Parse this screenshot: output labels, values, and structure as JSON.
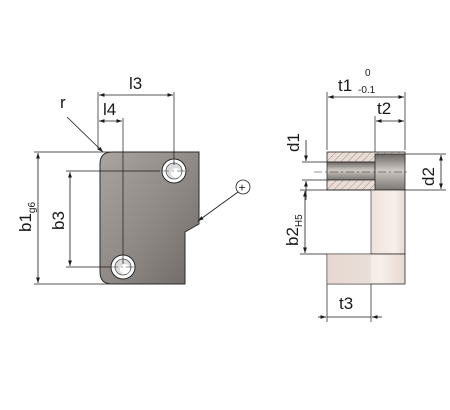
{
  "labels": {
    "l3": "l3",
    "l4": "l4",
    "r": "r",
    "b1_main": "b1",
    "b1_sub": "g6",
    "b3": "b3",
    "plus": "+",
    "t1_main": "t1",
    "t1_upper": "0",
    "t1_lower": "-0.1",
    "t2": "t2",
    "d1": "d1",
    "d2": "d2",
    "b2_main": "b2",
    "b2_sub": "H5",
    "t3": "t3"
  },
  "colors": {
    "plate_light": "#a6a09c",
    "plate_dark": "#6f6a67",
    "section_light": "#f4e9e2",
    "section_shadow": "#c9bfb8",
    "outline": "#2a2a2a"
  }
}
